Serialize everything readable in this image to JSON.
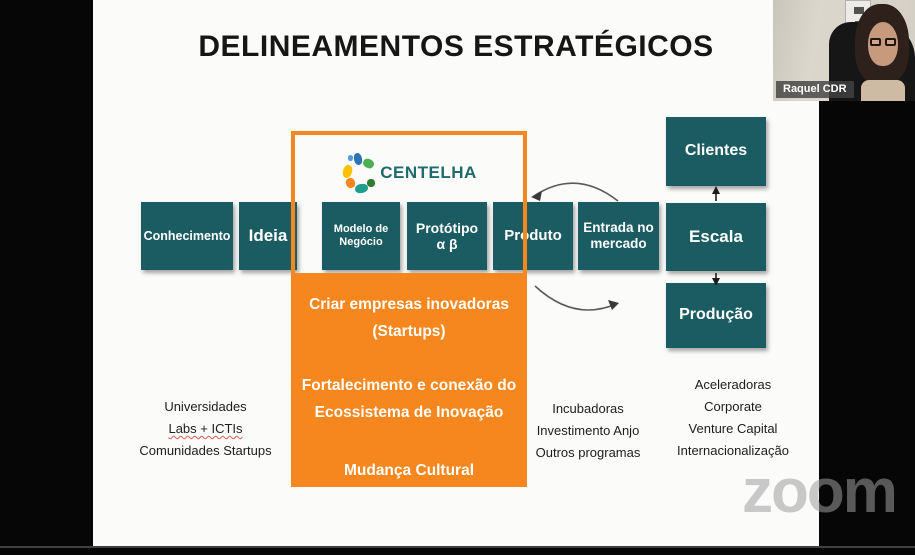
{
  "title": "DELINEAMENTOS ESTRATÉGICOS",
  "watermark": "zoom",
  "webcam": {
    "name": "Raquel CDR"
  },
  "colors": {
    "teal_box": "#1b5c62",
    "orange": "#f6871f",
    "logo_teal": "#1f6b6b"
  },
  "centelha": {
    "logo_text": "CENTELHA",
    "goals": [
      {
        "line1": "Criar empresas inovadoras",
        "line2": "(Startups)"
      },
      {
        "line1": "Fortalecimento e conexão do",
        "line2": "Ecossistema de Inovação"
      },
      {
        "line1": "Mudança Cultural",
        "line2": ""
      }
    ]
  },
  "pipeline": {
    "boxes": [
      {
        "line1": "Conhecimento",
        "line2": ""
      },
      {
        "line1": "Ideia",
        "line2": ""
      },
      {
        "line1": "Modelo de",
        "line2": "Negócio"
      },
      {
        "line1": "Protótipo",
        "line2": "α β"
      },
      {
        "line1": "Produto",
        "line2": ""
      },
      {
        "line1": "Entrada no",
        "line2": "mercado"
      }
    ]
  },
  "scale_column": {
    "boxes": [
      "Clientes",
      "Escala",
      "Produção"
    ]
  },
  "annotations": {
    "left": {
      "lines": [
        "Universidades",
        "Labs + ICTIs",
        "Comunidades Startups"
      ]
    },
    "middle": {
      "lines": [
        "Incubadoras",
        "Investimento Anjo",
        "Outros programas"
      ]
    },
    "right": {
      "lines": [
        "Aceleradoras",
        "Corporate",
        "Venture Capital",
        "Internacionalização"
      ]
    }
  }
}
